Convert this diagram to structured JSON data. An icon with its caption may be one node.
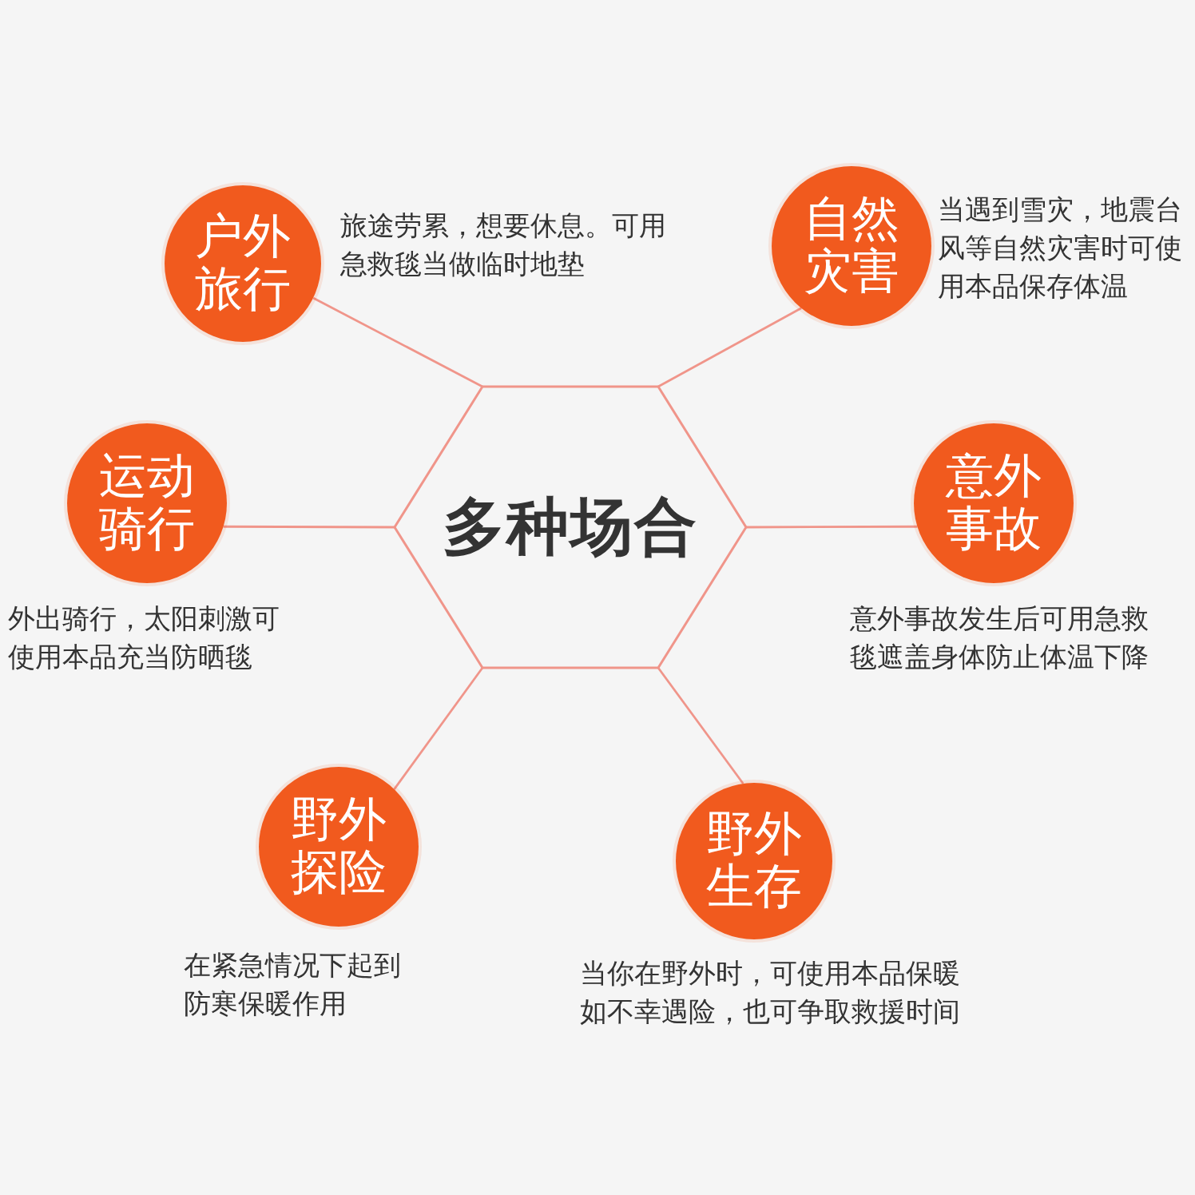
{
  "diagram": {
    "nodes": [
      {
        "text": [
          "户外旅行"
        ],
        "beside": [
          "旅途劳累，想要休息。可用急救毯当做临时地垫"
        ]
      },
      {
        "text": [
          "自然灾害"
        ],
        "beside": [
          "当遇到雪灾，地震台风等自然灾害时可使用本品保存体温"
        ]
      },
      {
        "text": [
          "运动骑行"
        ],
        "beside": [
          "外出骑行，太阳刺激可使用本品充当防晒毯"
        ]
      },
      {
        "text": [
          "多种场合"
        ]
      },
      {
        "text": [
          "意外事故"
        ],
        "beside": [
          "意外事故发生后可用急救毯遮盖身体防止体温下降"
        ]
      },
      {
        "text": [
          "野外探险"
        ],
        "beside": [
          "在紧急情况下起到防寒保暖作用"
        ]
      },
      {
        "text": [
          "野外生存"
        ],
        "beside": [
          "当你在野外时，可使用本品保暖如不幸遇险，也可争取救援时间"
        ]
      }
    ],
    "edges": [
      {
        "from": 3,
        "to": 0,
        "arrow": "none"
      },
      {
        "from": 3,
        "to": 1,
        "arrow": "none"
      },
      {
        "from": 3,
        "to": 2,
        "arrow": "none"
      },
      {
        "from": 3,
        "to": 4,
        "arrow": "none"
      },
      {
        "from": 3,
        "to": 5,
        "arrow": "none"
      },
      {
        "from": 3,
        "to": 6,
        "arrow": "none"
      }
    ]
  }
}
